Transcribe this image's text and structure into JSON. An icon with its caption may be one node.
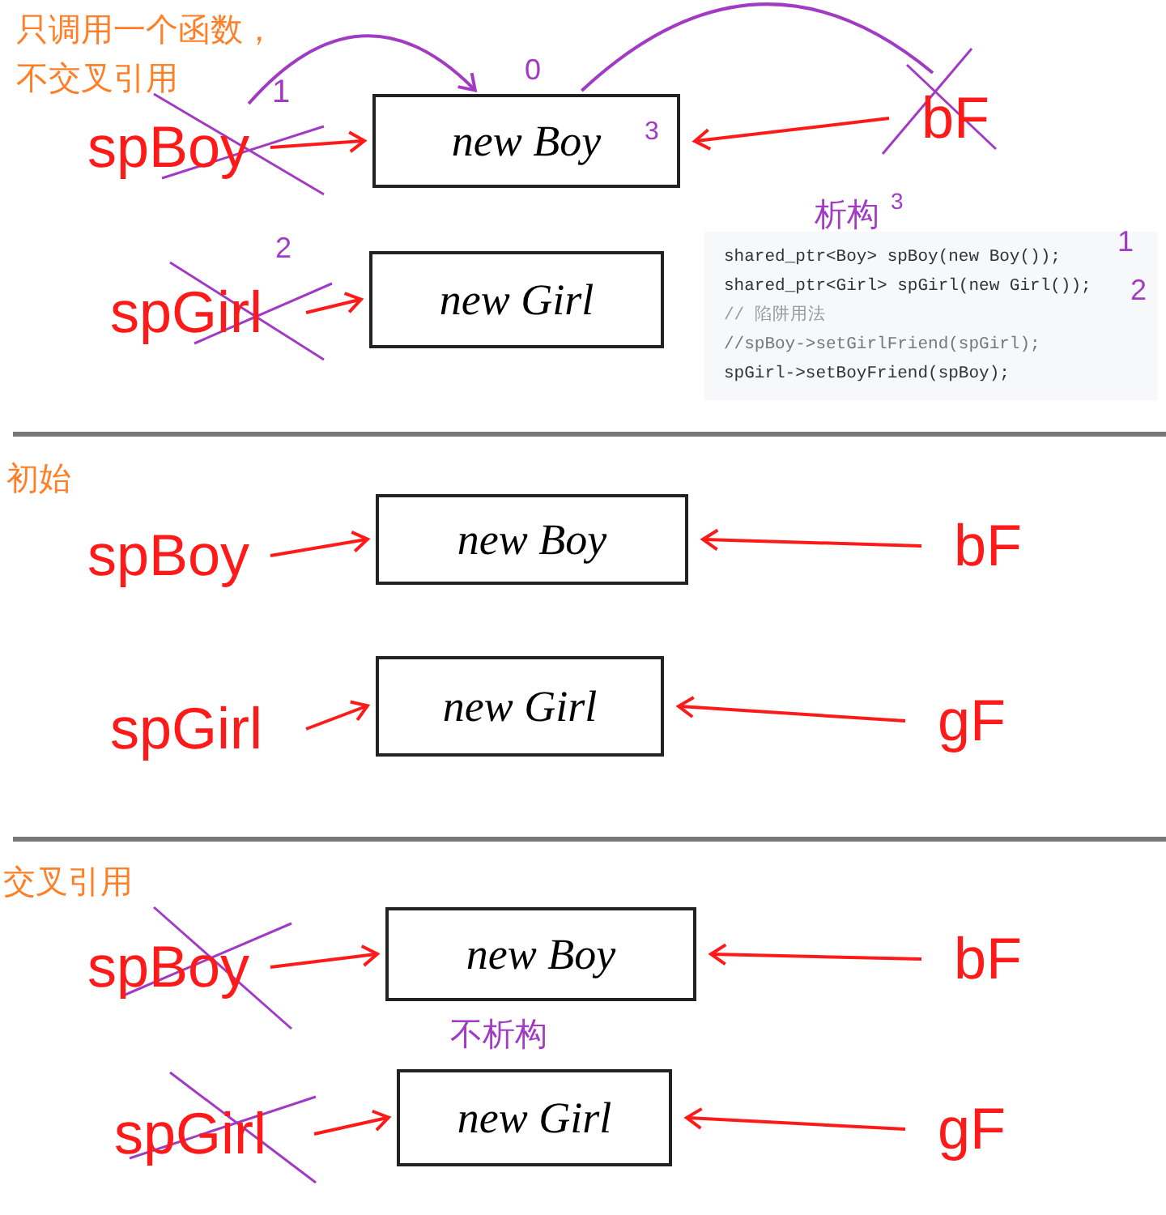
{
  "diagram": {
    "nodes": [
      {
        "text": [
          "spBoy"
        ]
      },
      {
        "text": [
          "new Boy"
        ]
      },
      {
        "text": [
          "bF"
        ]
      },
      {
        "text": [
          "spGirl"
        ]
      },
      {
        "text": [
          "new Girl"
        ]
      },
      {
        "text": [
          "spBoy"
        ]
      },
      {
        "text": [
          "new Boy"
        ]
      },
      {
        "text": [
          "bF"
        ]
      },
      {
        "text": [
          "spGirl"
        ]
      },
      {
        "text": [
          "new Girl"
        ]
      },
      {
        "text": [
          "gF"
        ]
      },
      {
        "text": [
          "spBoy"
        ]
      },
      {
        "text": [
          "new Boy"
        ]
      },
      {
        "text": [
          "bF"
        ]
      },
      {
        "text": [
          "spGirl"
        ]
      },
      {
        "text": [
          "new Girl"
        ]
      },
      {
        "text": [
          "gF"
        ]
      },
      {
        "text": [
          "shared_ptr<Boy> spBoy(new Boy());",
          "shared_ptr<Girl> spGirl(new Girl());",
          "// 陷阱用法",
          "//spBoy->setGirlFriend(spGirl);",
          "spGirl->setBoyFriend(spBoy);"
        ]
      }
    ],
    "edges": [
      {
        "from": 0,
        "to": 1,
        "arrow": "to"
      },
      {
        "from": 2,
        "to": 1,
        "arrow": "to"
      },
      {
        "from": 3,
        "to": 4,
        "arrow": "to"
      },
      {
        "from": 0,
        "to": 1,
        "arrow": "to",
        "color": "#a23bc4"
      },
      {
        "from": 1,
        "to": 2,
        "arrow": "none",
        "color": "#a23bc4"
      },
      {
        "from": 5,
        "to": 6,
        "arrow": "to"
      },
      {
        "from": 7,
        "to": 6,
        "arrow": "to"
      },
      {
        "from": 8,
        "to": 9,
        "arrow": "to"
      },
      {
        "from": 10,
        "to": 9,
        "arrow": "to"
      },
      {
        "from": 11,
        "to": 12,
        "arrow": "to"
      },
      {
        "from": 13,
        "to": 12,
        "arrow": "to"
      },
      {
        "from": 14,
        "to": 15,
        "arrow": "to"
      },
      {
        "from": 16,
        "to": 15,
        "arrow": "to"
      }
    ],
    "labels": [
      "只调用一个函数，不交叉引用",
      "1",
      "0",
      "3",
      "2",
      "析构",
      "3",
      "1",
      "2",
      "初始",
      "交叉引用",
      "不析构"
    ]
  }
}
